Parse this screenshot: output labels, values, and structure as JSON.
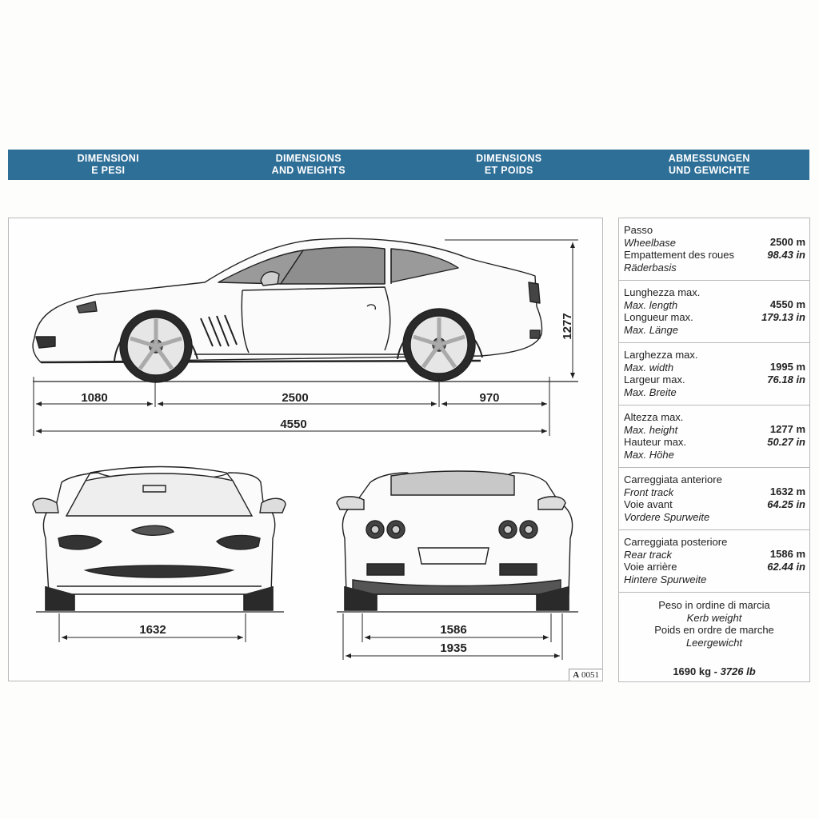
{
  "header": {
    "columns": [
      "DIMENSIONI\nE PESI",
      "DIMENSIONS\nAND WEIGHTS",
      "DIMENSIONS\nET POIDS",
      "ABMESSUNGEN\nUND GEWICHTE"
    ]
  },
  "drawing": {
    "side_dims": {
      "front_overhang": "1080",
      "wheelbase": "2500",
      "rear_overhang": "970",
      "overall_length": "4550",
      "height": "1277"
    },
    "front_dims": {
      "front_track": "1632"
    },
    "rear_dims": {
      "rear_track": "1586",
      "overall_width": "1935"
    },
    "ref_code_prefix": "A",
    "ref_code_number": "0051"
  },
  "specs": [
    {
      "labels": [
        "Passo",
        "Wheelbase",
        "Empattement des roues",
        "Räderbasis"
      ],
      "metric": "2500 m",
      "imperial": "98.43 in"
    },
    {
      "labels": [
        "Lunghezza max.",
        "Max. length",
        "Longueur max.",
        "Max. Länge"
      ],
      "metric": "4550 m",
      "imperial": "179.13 in"
    },
    {
      "labels": [
        "Larghezza max.",
        "Max. width",
        "Largeur max.",
        "Max. Breite"
      ],
      "metric": "1995 m",
      "imperial": "76.18 in"
    },
    {
      "labels": [
        "Altezza max.",
        "Max. height",
        "Hauteur max.",
        "Max. Höhe"
      ],
      "metric": "1277 m",
      "imperial": "50.27 in"
    },
    {
      "labels": [
        "Carreggiata anteriore",
        "Front track",
        "Voie avant",
        "Vordere Spurweite"
      ],
      "metric": "1632 m",
      "imperial": "64.25 in"
    },
    {
      "labels": [
        "Carreggiata posteriore",
        "Rear track",
        "Voie arrière",
        "Hintere Spurweite"
      ],
      "metric": "1586 m",
      "imperial": "62.44 in"
    }
  ],
  "weight": {
    "labels": [
      "Peso in ordine di marcia",
      "Kerb weight",
      "Poids en ordre de marche",
      "Leergewicht"
    ],
    "metric": "1690 kg",
    "separator": " - ",
    "imperial": "3726 lb"
  },
  "colors": {
    "banner": "#2e6f98",
    "line": "#222222",
    "glass": "#9a9a9a"
  }
}
